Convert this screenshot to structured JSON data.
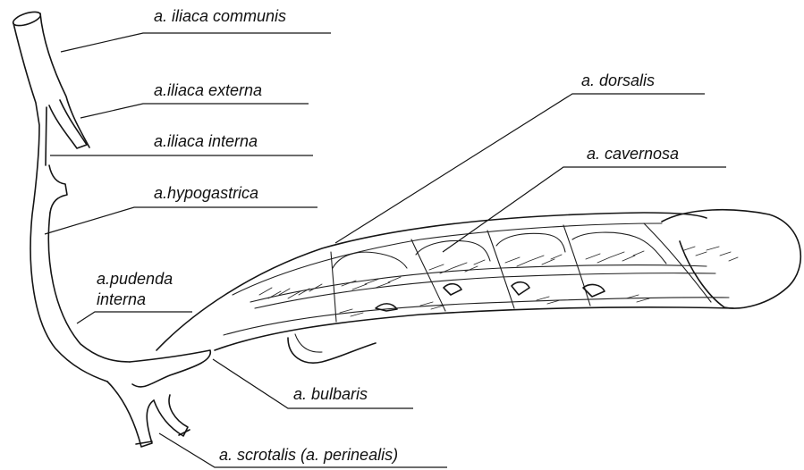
{
  "labels": {
    "iliaca_communis": "a. iliaca communis",
    "iliaca_externa": "a.iliaca externa",
    "iliaca_interna": "a.iliaca interna",
    "hypogastrica": "a.hypogastrica",
    "pudenda_interna_line1": "a.pudenda",
    "pudenda_interna_line2": "interna",
    "dorsalis": "a. dorsalis",
    "cavernosa": "a. cavernosa",
    "bulbaris": "a. bulbaris",
    "scrotalis": "a. scrotalis (a. perinealis)"
  },
  "colors": {
    "ink": "#151515",
    "background": "#ffffff"
  }
}
